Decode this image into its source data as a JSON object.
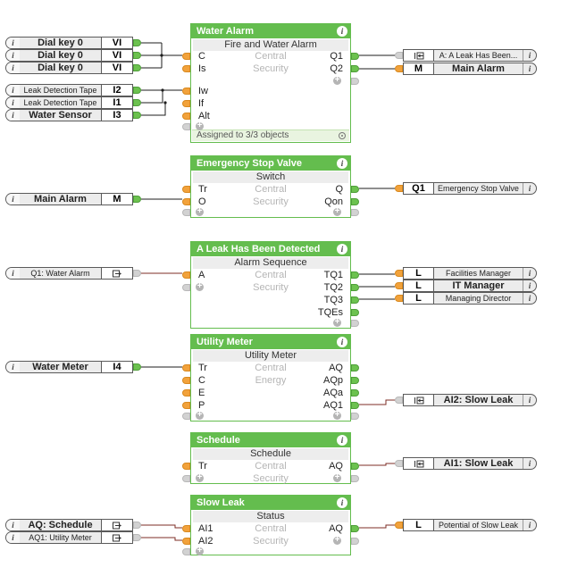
{
  "icons": {
    "info": "i",
    "plus": "+"
  },
  "colors": {
    "block_green": "#64bd4e",
    "footer_green": "#e9f4e0",
    "input_orange": "#f2a23b",
    "output_green": "#6cc24f",
    "wire_digital": "#1c1c1c",
    "wire_analog": "#7e2c24"
  },
  "blocks": [
    {
      "title": "Water Alarm",
      "subtitle": "Fire and Water Alarm",
      "in": [
        "C",
        "Is",
        "Iw",
        "If",
        "Alt"
      ],
      "center": [
        "Central",
        "Security"
      ],
      "out": [
        "Q1",
        "Q2"
      ],
      "footer": "Assigned to 3/3 objects"
    },
    {
      "title": "Emergency Stop Valve",
      "subtitle": "Switch",
      "in": [
        "Tr",
        "O"
      ],
      "center": [
        "Central",
        "Security"
      ],
      "out": [
        "Q",
        "Qon"
      ]
    },
    {
      "title": "A Leak Has Been Detected",
      "subtitle": "Alarm Sequence",
      "in": [
        "A"
      ],
      "center": [
        "Central",
        "Security"
      ],
      "out": [
        "TQ1",
        "TQ2",
        "TQ3",
        "TQEs"
      ]
    },
    {
      "title": "Utility Meter",
      "subtitle": "Utility Meter",
      "in": [
        "Tr",
        "C",
        "E",
        "P"
      ],
      "center": [
        "Central",
        "Energy"
      ],
      "out": [
        "AQ",
        "AQp",
        "AQa",
        "AQ1"
      ]
    },
    {
      "title": "Schedule",
      "subtitle": "Schedule",
      "in": [
        "Tr"
      ],
      "center": [
        "Central",
        "Security"
      ],
      "out": [
        "AQ"
      ]
    },
    {
      "title": "Slow Leak",
      "subtitle": "Status",
      "in": [
        "AI1",
        "AI2"
      ],
      "center": [
        "Central",
        "Security"
      ],
      "out": [
        "AQ"
      ]
    }
  ],
  "left_io": [
    {
      "label": "Dial key 0",
      "code": "VI"
    },
    {
      "label": "Dial key 0",
      "code": "VI"
    },
    {
      "label": "Dial key 0",
      "code": "VI"
    },
    {
      "label": "Leak Detection Tape",
      "code": "I2"
    },
    {
      "label": "Leak Detection Tape",
      "code": "I1"
    },
    {
      "label": "Water Sensor",
      "code": "I3"
    },
    {
      "label": "Main Alarm",
      "code": "M"
    },
    {
      "label": "Q1: Water Alarm",
      "code": ""
    },
    {
      "label": "Water Meter",
      "code": "I4"
    },
    {
      "label": "AQ: Schedule",
      "code": ""
    },
    {
      "label": "AQ1: Utility Meter",
      "code": ""
    }
  ],
  "right_io": [
    {
      "code": "",
      "label": "A: A Leak Has Been..."
    },
    {
      "code": "M",
      "label": "Main Alarm"
    },
    {
      "code": "Q1",
      "label": "Emergency Stop Valve"
    },
    {
      "code": "L",
      "label": "Facilities Manager"
    },
    {
      "code": "L",
      "label": "IT Manager"
    },
    {
      "code": "L",
      "label": "Managing Director"
    },
    {
      "code": "",
      "label": "AI2: Slow Leak"
    },
    {
      "code": "",
      "label": "AI1: Slow Leak"
    },
    {
      "code": "L",
      "label": "Potential of Slow Leak"
    }
  ]
}
